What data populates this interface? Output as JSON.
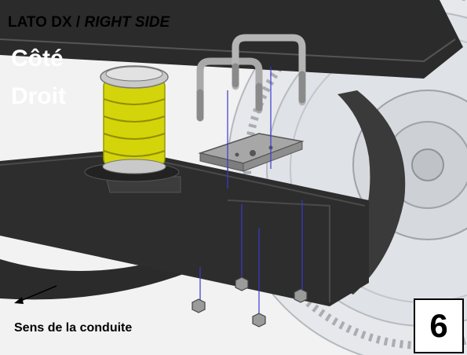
{
  "labels": {
    "lato_dx": "LATO DX / ",
    "right_side": "RIGHT SIDE",
    "cote": "Côté",
    "droit": "Droit",
    "direction": "Sens de la conduite",
    "step": "6"
  },
  "colors": {
    "spring": "#d4d40a",
    "frame": "#2b2b2b",
    "background": "#f2f2f2",
    "wheel": "#cfd3d8"
  }
}
